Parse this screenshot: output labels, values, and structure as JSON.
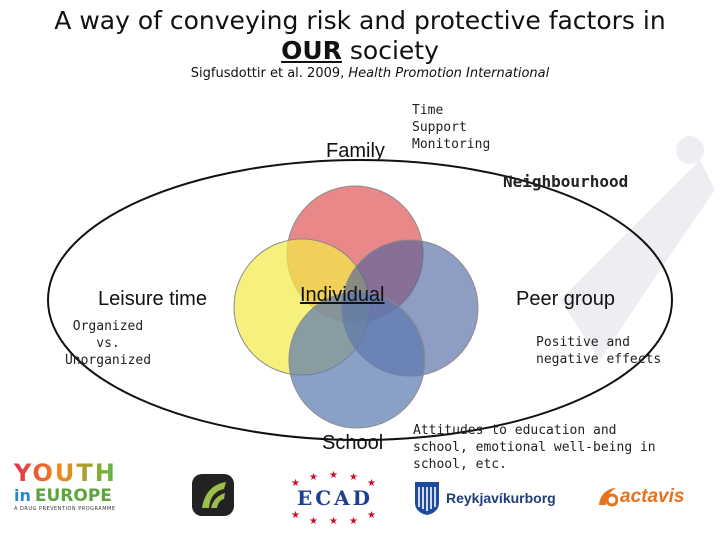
{
  "title": {
    "line1": "A way of conveying risk and protective factors in",
    "our": "OUR",
    "society": "society"
  },
  "citation": {
    "authors": "Sigfusdottir et al. 2009,",
    "journal": "Health Promotion International"
  },
  "diagram": {
    "family": {
      "label": "Family",
      "notes": [
        "Time",
        "Support",
        "Monitoring"
      ],
      "color": "#e05a5a"
    },
    "neighbourhood": {
      "label": "Neighbourhood"
    },
    "leisure": {
      "label": "Leisure time",
      "notes": [
        "Organized",
        "vs.",
        "Unorganized"
      ],
      "color": "#f0e84a"
    },
    "individual": {
      "label": "Individual"
    },
    "peer": {
      "label": "Peer group",
      "notes": [
        "Positive and",
        "negative effects"
      ],
      "color": "#4a5fa0"
    },
    "school": {
      "label": "School",
      "notes": [
        "Attitudes to education and",
        "school, emotional well-being in",
        "school, etc."
      ],
      "color": "#6a86b4"
    }
  },
  "logos": {
    "youth_line1": "YOUTH",
    "youth_in": "in",
    "youth_europe": "EUROPE",
    "youth_tag": "A DRUG PREVENTION PROGRAMME",
    "ecad": "ECAD",
    "reykjavik": "Reykjavíkurborg",
    "actavis": "actavis"
  }
}
